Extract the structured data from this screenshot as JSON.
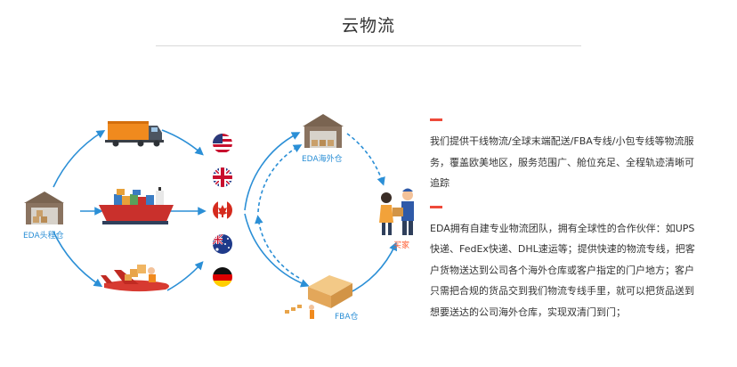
{
  "page": {
    "title": "云物流"
  },
  "diagram": {
    "eda_head_warehouse_label": "EDA头程仓",
    "eda_overseas_warehouse_label": "EDA海外仓",
    "buyer_label": "买家",
    "fba_warehouse_label": "FBA仓",
    "flags": [
      "us-flag",
      "uk-flag",
      "canada-flag",
      "australia-flag",
      "germany-flag"
    ],
    "colors": {
      "arc": "#2b8fd6",
      "accent": "#ee4a3a",
      "truck": "#f08a1e"
    }
  },
  "info": {
    "paragraph_1": "我们提供干线物流/全球末端配送/FBA专线/小包专线等物流服务，覆盖欧美地区，服务范围广、舱位充足、全程轨迹清晰可追踪",
    "paragraph_2": "EDA拥有自建专业物流团队，拥有全球性的合作伙伴：如UPS快递、FedEx快递、DHL速运等；提供快速的物流专线，把客户货物送达到公司各个海外仓库或客户指定的门户地方；客户只需把合规的货品交到我们物流专线手里，就可以把货品送到想要送达的公司海外仓库，实现双清门到门；"
  }
}
